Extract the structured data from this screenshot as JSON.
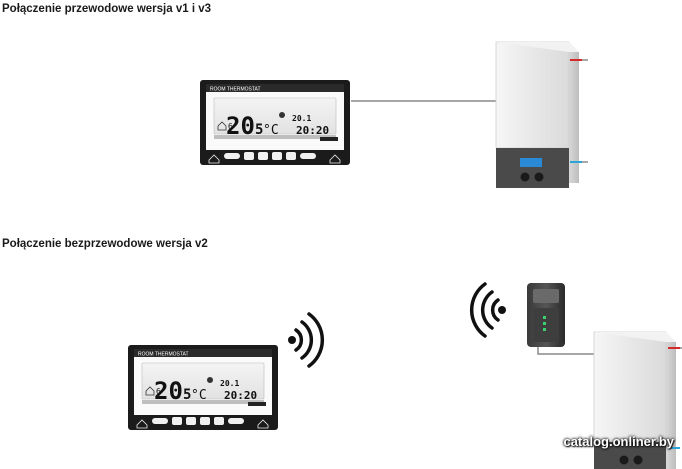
{
  "headings": {
    "wired": "Połączenie przewodowe wersja v1 i v3",
    "wireless": "Połączenie bezprzewodowe wersja v2"
  },
  "thermostat": {
    "brand": "ROOM THERMOSTAT",
    "temperature": "20",
    "decimal": "5",
    "unit": "°C",
    "set_temp": "20.1",
    "clock": "20:20",
    "day": "6"
  },
  "watermark": "catalog.onliner.by",
  "colors": {
    "hot_pipe": "#d62a2a",
    "cold_pipe": "#2aa6d6",
    "boiler_front": "#e9e9e9",
    "boiler_bottom": "#4a4a4a",
    "display": "#2a8ad6",
    "module_led": "#3ccf6e"
  }
}
